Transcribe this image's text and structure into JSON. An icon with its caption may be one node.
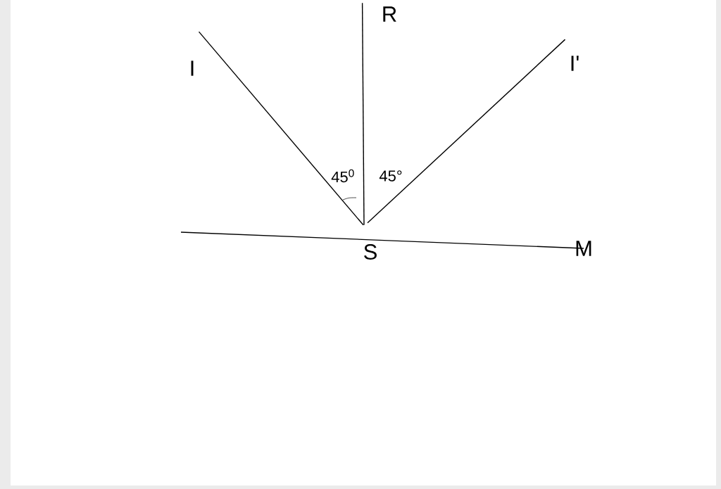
{
  "diagram": {
    "nodes": [
      {
        "text": [
          "I"
        ]
      },
      {
        "text": [
          "R"
        ]
      },
      {
        "text": [
          "I'"
        ]
      },
      {
        "text": [
          "S"
        ]
      },
      {
        "text": [
          "M"
        ]
      }
    ],
    "edges": [
      {
        "from": 0,
        "to": 3,
        "arrow": "none"
      },
      {
        "from": 1,
        "to": 3,
        "arrow": "none"
      },
      {
        "from": 3,
        "to": 2,
        "arrow": "none"
      },
      {
        "from": null,
        "to": 4,
        "arrow": "none"
      }
    ],
    "labels": [
      "45$^{0}$",
      "45°"
    ]
  }
}
